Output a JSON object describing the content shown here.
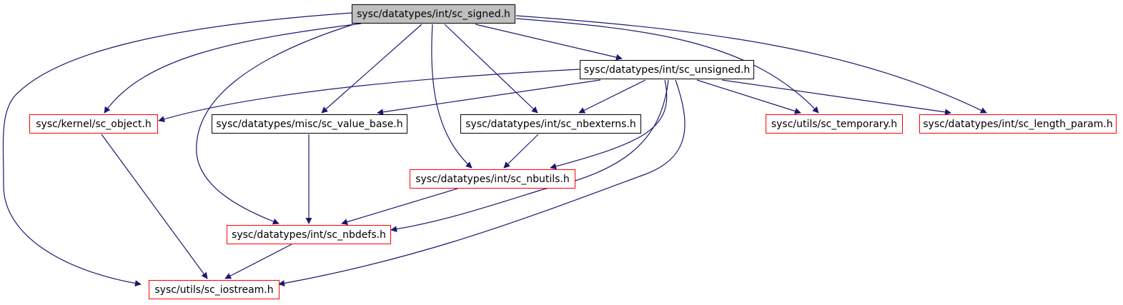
{
  "colors": {
    "edge": "#191970",
    "root_fill": "#bfbfbf",
    "border_black": "#000000",
    "border_red": "#ff0000"
  },
  "nodes": {
    "sc_signed": {
      "label": "sysc/datatypes/int/sc_signed.h"
    },
    "sc_unsigned": {
      "label": "sysc/datatypes/int/sc_unsigned.h"
    },
    "sc_object": {
      "label": "sysc/kernel/sc_object.h"
    },
    "sc_value_base": {
      "label": "sysc/datatypes/misc/sc_value_base.h"
    },
    "sc_nbexterns": {
      "label": "sysc/datatypes/int/sc_nbexterns.h"
    },
    "sc_temporary": {
      "label": "sysc/utils/sc_temporary.h"
    },
    "sc_length_param": {
      "label": "sysc/datatypes/int/sc_length_param.h"
    },
    "sc_nbutils": {
      "label": "sysc/datatypes/int/sc_nbutils.h"
    },
    "sc_nbdefs": {
      "label": "sysc/datatypes/int/sc_nbdefs.h"
    },
    "sc_iostream": {
      "label": "sysc/utils/sc_iostream.h"
    }
  },
  "edges": [
    [
      "sc_signed",
      "sc_unsigned"
    ],
    [
      "sc_signed",
      "sc_object"
    ],
    [
      "sc_signed",
      "sc_value_base"
    ],
    [
      "sc_signed",
      "sc_nbexterns"
    ],
    [
      "sc_signed",
      "sc_nbutils"
    ],
    [
      "sc_signed",
      "sc_nbdefs"
    ],
    [
      "sc_signed",
      "sc_iostream"
    ],
    [
      "sc_signed",
      "sc_temporary"
    ],
    [
      "sc_signed",
      "sc_length_param"
    ],
    [
      "sc_unsigned",
      "sc_object"
    ],
    [
      "sc_unsigned",
      "sc_value_base"
    ],
    [
      "sc_unsigned",
      "sc_nbexterns"
    ],
    [
      "sc_unsigned",
      "sc_temporary"
    ],
    [
      "sc_unsigned",
      "sc_length_param"
    ],
    [
      "sc_unsigned",
      "sc_nbutils"
    ],
    [
      "sc_unsigned",
      "sc_nbdefs"
    ],
    [
      "sc_unsigned",
      "sc_iostream"
    ],
    [
      "sc_object",
      "sc_iostream"
    ],
    [
      "sc_value_base",
      "sc_nbdefs"
    ],
    [
      "sc_nbexterns",
      "sc_nbutils"
    ],
    [
      "sc_nbutils",
      "sc_nbdefs"
    ],
    [
      "sc_nbdefs",
      "sc_iostream"
    ]
  ]
}
